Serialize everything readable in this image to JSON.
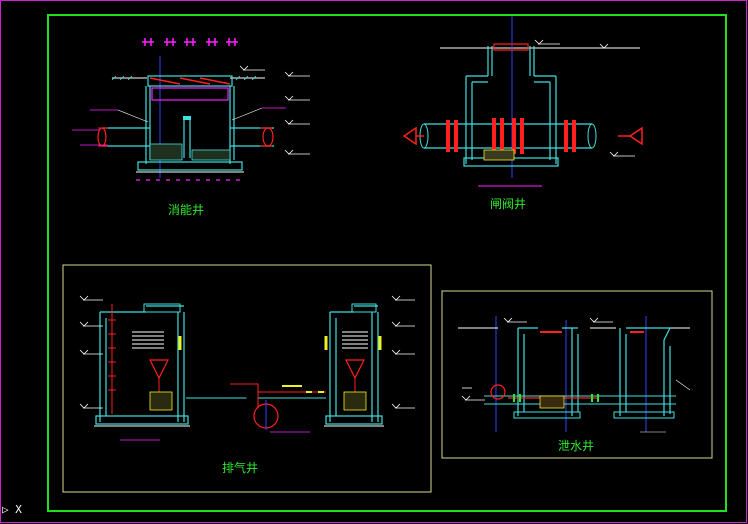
{
  "drawing": {
    "labels": {
      "energy_well": "消能井",
      "gate_valve_well": "闸阀井",
      "exhaust_well": "排气井",
      "drain_well": "泄水井"
    },
    "colors": {
      "background": "#000000",
      "frame_outer": "#d020d0",
      "frame_inner": "#20e020",
      "panel": "#d8d890",
      "structure": "#40e0e0",
      "pipe_red": "#ff2020",
      "accent_magenta": "#ff20ff",
      "accent_blue": "#3040ff",
      "accent_yellow": "#f0f020",
      "annotation": "#2ee82e"
    }
  },
  "ucs": {
    "axis_x": "X"
  }
}
